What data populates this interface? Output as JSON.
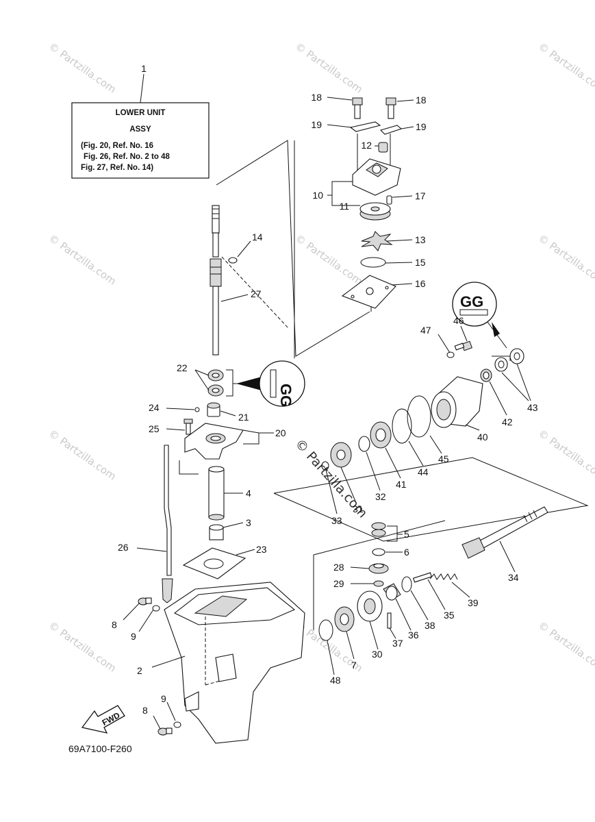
{
  "label_box": {
    "ref": "1",
    "lines": [
      "LOWER UNIT",
      "ASSY",
      "(Fig. 20, Ref. No. 16",
      "Fig. 26, Ref. No. 2 to 48",
      "Fig. 27, Ref. No. 14)"
    ]
  },
  "diagram_code": "69A7100-F260",
  "fwd_label": "FWD",
  "watermark": "© Partzilla.com",
  "callouts": [
    {
      "id": "c18a",
      "text": "18"
    },
    {
      "id": "c18b",
      "text": "18"
    },
    {
      "id": "c19a",
      "text": "19"
    },
    {
      "id": "c19b",
      "text": "19"
    },
    {
      "id": "c12",
      "text": "12"
    },
    {
      "id": "c10",
      "text": "10"
    },
    {
      "id": "c17",
      "text": "17"
    },
    {
      "id": "c11",
      "text": "11"
    },
    {
      "id": "c14",
      "text": "14"
    },
    {
      "id": "c13",
      "text": "13"
    },
    {
      "id": "c15",
      "text": "15"
    },
    {
      "id": "c16",
      "text": "16"
    },
    {
      "id": "c27",
      "text": "27"
    },
    {
      "id": "c46",
      "text": "46"
    },
    {
      "id": "c47",
      "text": "47"
    },
    {
      "id": "c22",
      "text": "22"
    },
    {
      "id": "c43",
      "text": "43"
    },
    {
      "id": "c42",
      "text": "42"
    },
    {
      "id": "c40",
      "text": "40"
    },
    {
      "id": "c24",
      "text": "24"
    },
    {
      "id": "c21",
      "text": "21"
    },
    {
      "id": "c25",
      "text": "25"
    },
    {
      "id": "c20",
      "text": "20"
    },
    {
      "id": "c45",
      "text": "45"
    },
    {
      "id": "c44",
      "text": "44"
    },
    {
      "id": "c41",
      "text": "41"
    },
    {
      "id": "c32",
      "text": "32"
    },
    {
      "id": "c31",
      "text": "31"
    },
    {
      "id": "c33",
      "text": "33"
    },
    {
      "id": "c4",
      "text": "4"
    },
    {
      "id": "c3",
      "text": "3"
    },
    {
      "id": "c5",
      "text": "5"
    },
    {
      "id": "c6",
      "text": "6"
    },
    {
      "id": "c26",
      "text": "26"
    },
    {
      "id": "c23",
      "text": "23"
    },
    {
      "id": "c34",
      "text": "34"
    },
    {
      "id": "c28",
      "text": "28"
    },
    {
      "id": "c29",
      "text": "29"
    },
    {
      "id": "c39",
      "text": "39"
    },
    {
      "id": "c35",
      "text": "35"
    },
    {
      "id": "c38",
      "text": "38"
    },
    {
      "id": "c36",
      "text": "36"
    },
    {
      "id": "c37",
      "text": "37"
    },
    {
      "id": "c30",
      "text": "30"
    },
    {
      "id": "c8a",
      "text": "8"
    },
    {
      "id": "c9a",
      "text": "9"
    },
    {
      "id": "c2",
      "text": "2"
    },
    {
      "id": "c7",
      "text": "7"
    },
    {
      "id": "c48",
      "text": "48"
    },
    {
      "id": "c9b",
      "text": "9"
    },
    {
      "id": "c8b",
      "text": "8"
    }
  ]
}
